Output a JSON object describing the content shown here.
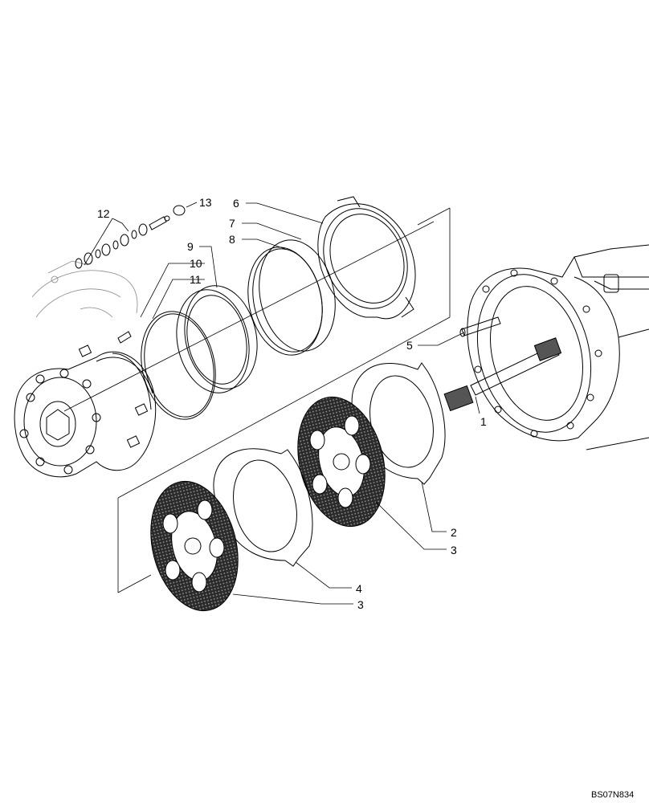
{
  "callouts": {
    "c1": "1",
    "c2": "2",
    "c3a": "3",
    "c3b": "3",
    "c4": "4",
    "c5": "5",
    "c6": "6",
    "c7": "7",
    "c8": "8",
    "c9": "9",
    "c10": "10",
    "c11": "11",
    "c12": "12",
    "c13": "13"
  },
  "drawing_code": "BS07N834",
  "colors": {
    "line": "#000000",
    "friction_fill": "#3a3a3a",
    "background": "#ffffff"
  }
}
